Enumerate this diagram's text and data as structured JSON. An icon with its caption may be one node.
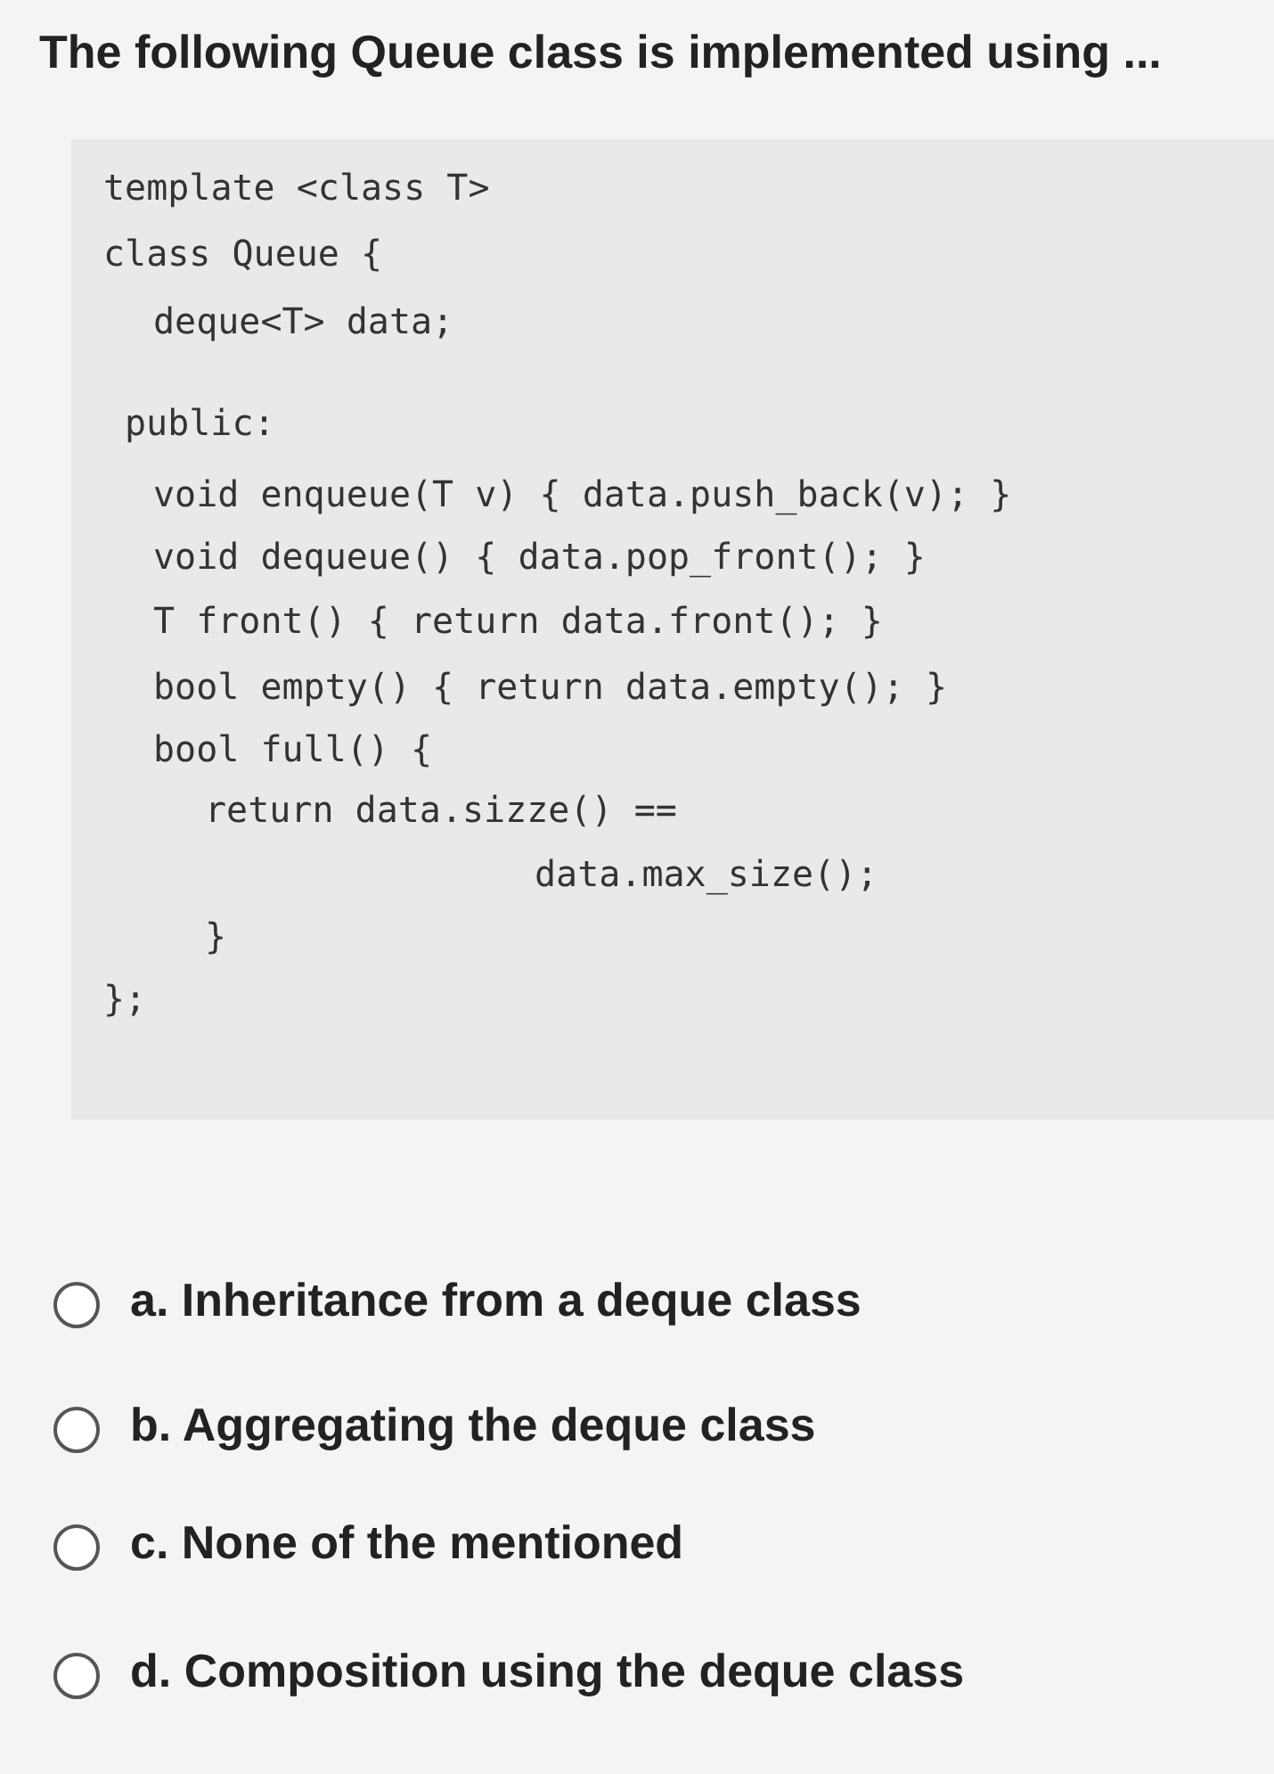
{
  "diagram": {
    "title": "The following Queue class is implemented using ...",
    "labels": [
      "template <class T>",
      "class Queue {",
      "deque<T> data;",
      "public:",
      "void enqueue(T v) { data.push_back(v); }",
      "void dequeue() { data.pop_front(); }",
      "T front() { return data.front(); }",
      "bool empty() { return data.empty(); }",
      "bool full() {",
      "return data.sizze() ==",
      "data.max_size();",
      "}",
      "};",
      "a. Inheritance from a deque class",
      "b. Aggregating the deque class",
      "c. None of the mentioned",
      "d. Composition using the deque class"
    ]
  }
}
